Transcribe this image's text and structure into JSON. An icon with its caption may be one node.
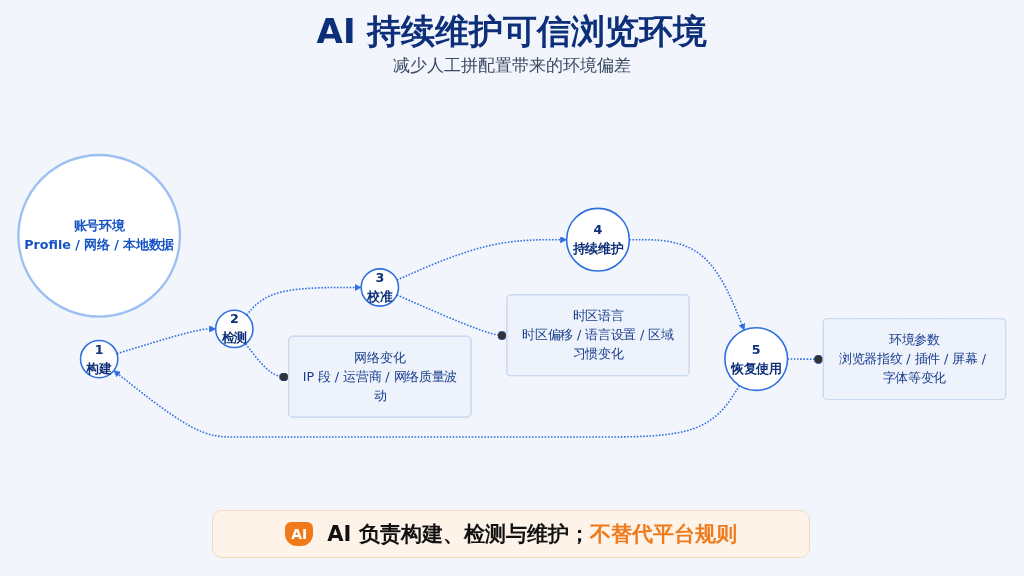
{
  "diagram": {
    "title": "AI 持续维护可信浏览环境",
    "nodes": [
      {
        "text": [
          "账号环境",
          "Profile / 网络 / 本地数据"
        ]
      },
      {
        "text": [
          "1",
          "构建"
        ]
      },
      {
        "text": [
          "2",
          "检测"
        ]
      },
      {
        "text": [
          "3",
          "校准"
        ]
      },
      {
        "text": [
          "4",
          "持续维护"
        ]
      },
      {
        "text": [
          "5",
          "恢复使用"
        ]
      },
      {
        "text": [
          "网络变化",
          "IP 段 / 运营商 / 网络质量波动"
        ]
      },
      {
        "text": [
          "时区语言",
          "时区偏移 / 语言设置 / 区域习惯变化"
        ]
      },
      {
        "text": [
          "环境参数",
          "浏览器指纹 / 插件 / 屏幕 / 字体等变化"
        ]
      }
    ],
    "edges": [
      {
        "from": 1,
        "to": 2,
        "arrow": "to",
        "style": "dashed"
      },
      {
        "from": 2,
        "to": 3,
        "arrow": "to",
        "style": "dashed"
      },
      {
        "from": 3,
        "to": 4,
        "arrow": "to",
        "style": "dashed"
      },
      {
        "from": 4,
        "to": 5,
        "arrow": "to",
        "style": "dashed"
      },
      {
        "from": 5,
        "to": 1,
        "arrow": "to",
        "style": "dashed"
      },
      {
        "from": 2,
        "to": 6,
        "arrow": "other",
        "style": "dashed"
      },
      {
        "from": 3,
        "to": 7,
        "arrow": "other",
        "style": "dashed"
      },
      {
        "from": 5,
        "to": 8,
        "arrow": "other",
        "style": "dashed"
      }
    ],
    "labels": [
      "减少人工拼配置带来的环境偏差",
      "AI",
      "AI 负责构建、检测与维护；",
      "不替代平台规则"
    ]
  }
}
